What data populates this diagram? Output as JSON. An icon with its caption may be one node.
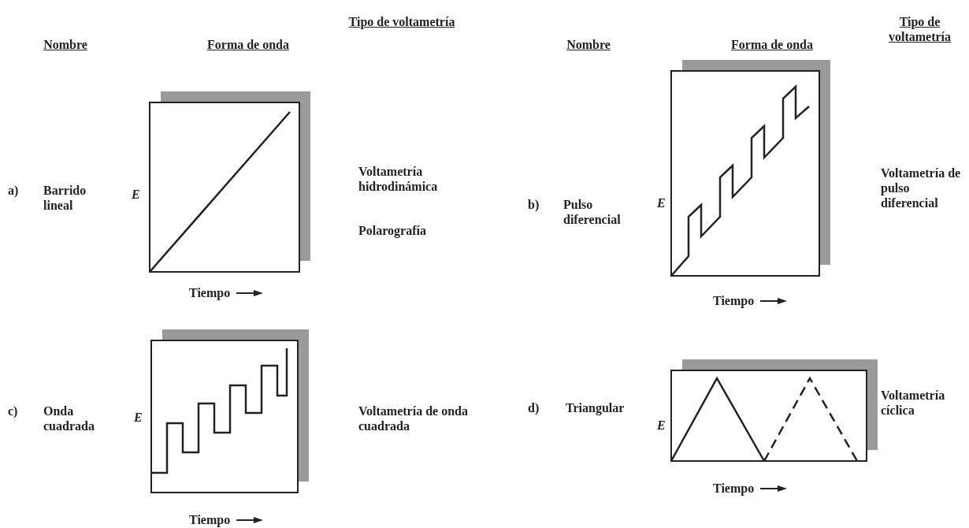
{
  "diagram": {
    "labels": [
      "Nombre",
      "Forma de onda",
      "Tipo de voltametría",
      "Nombre",
      "Forma de onda",
      "Tipo de voltametría",
      "a)",
      "Barrido lineal",
      "E",
      "Voltametría hidrodinámica",
      "Polarografía",
      "b)",
      "Pulso diferencial",
      "E",
      "Voltametría de pulso diferencial",
      "Tiempo",
      "Tiempo",
      "c)",
      "Onda cuadrada",
      "E",
      "Voltametría de onda cuadrada",
      "d)",
      "Triangular",
      "E",
      "Voltametría cíclica",
      "Tiempo",
      "Tiempo"
    ]
  }
}
